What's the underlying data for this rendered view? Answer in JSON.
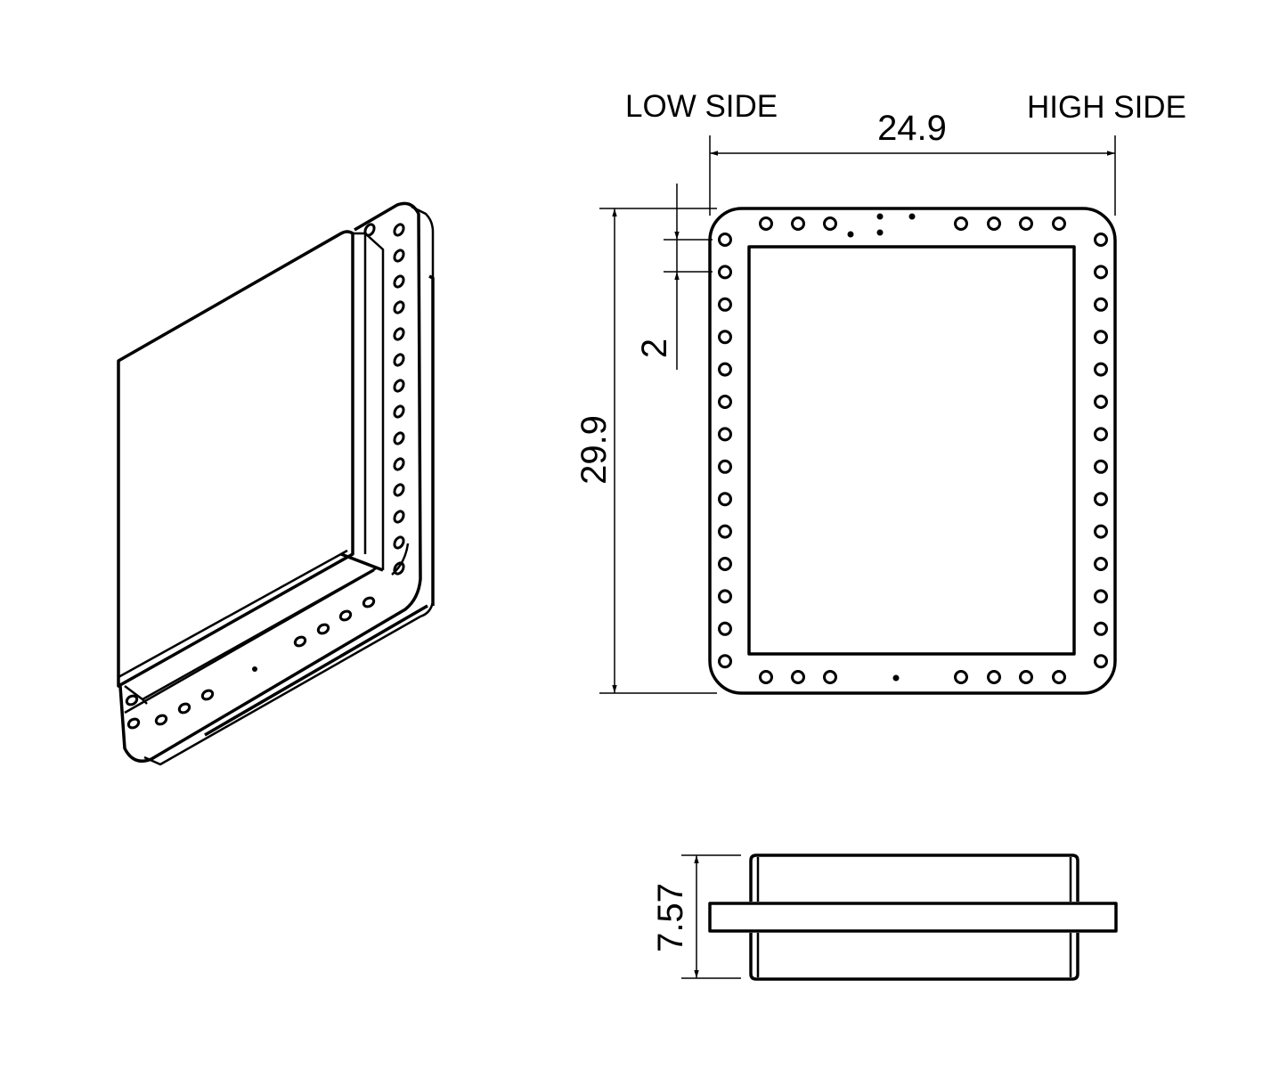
{
  "drawing": {
    "labels": {
      "low_side": "LOW SIDE",
      "high_side": "HIGH SIDE"
    },
    "dimensions": {
      "width": "24.9",
      "height": "29.9",
      "hole_pitch": "2",
      "thickness": "7.57"
    },
    "line_color": "#000000",
    "background_color": "#ffffff"
  }
}
